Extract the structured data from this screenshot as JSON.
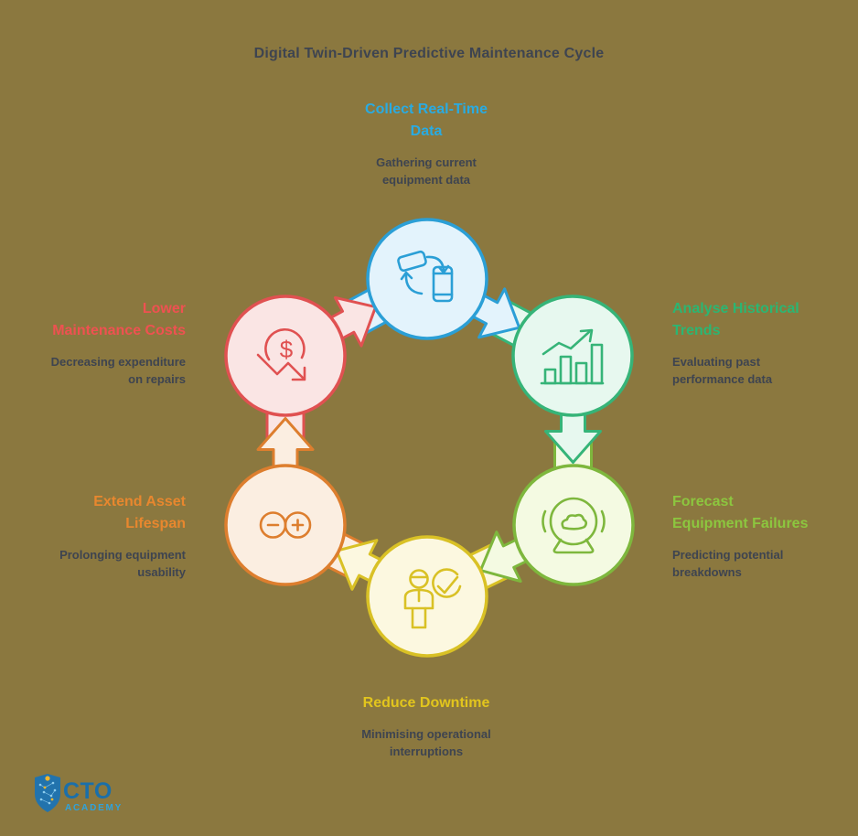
{
  "title": "Digital Twin-Driven Predictive Maintenance Cycle",
  "colors": {
    "background": "#8B783F",
    "text": "#3E4450"
  },
  "stages": [
    {
      "name": "collect-real-time-data",
      "heading_lines": [
        "Collect Real-Time",
        "Data"
      ],
      "desc_lines": [
        "Gathering current",
        "equipment data"
      ],
      "heading_color": "#29ABE2",
      "circle_fill": "#E3F3FC",
      "circle_stroke": "#2B9FD6",
      "icon": "device-sync-icon"
    },
    {
      "name": "analyse-historical-trends",
      "heading_lines": [
        "Analyse Historical",
        "Trends"
      ],
      "desc_lines": [
        "Evaluating past",
        "performance data"
      ],
      "heading_color": "#2BB673",
      "circle_fill": "#E7F8EF",
      "circle_stroke": "#36B478",
      "icon": "trend-bar-chart-icon"
    },
    {
      "name": "forecast-equipment-failures",
      "heading_lines": [
        "Forecast",
        "Equipment Failures"
      ],
      "desc_lines": [
        "Predicting potential",
        "breakdowns"
      ],
      "heading_color": "#8CC63F",
      "circle_fill": "#F4FAE2",
      "circle_stroke": "#7EB73D",
      "icon": "crystal-ball-icon"
    },
    {
      "name": "reduce-downtime",
      "heading_lines": [
        "Reduce Downtime"
      ],
      "desc_lines": [
        "Minimising operational",
        "interruptions"
      ],
      "heading_color": "#E2C51D",
      "circle_fill": "#FCF8E0",
      "circle_stroke": "#D9C125",
      "icon": "person-check-icon"
    },
    {
      "name": "extend-asset-lifespan",
      "heading_lines": [
        "Extend Asset",
        "Lifespan"
      ],
      "desc_lines": [
        "Prolonging equipment",
        "usability"
      ],
      "heading_color": "#E8872E",
      "circle_fill": "#FBEEE1",
      "circle_stroke": "#DD7E2E",
      "icon": "infinity-icon"
    },
    {
      "name": "lower-maintenance-costs",
      "heading_lines": [
        "Lower",
        "Maintenance Costs"
      ],
      "desc_lines": [
        "Decreasing expenditure",
        "on repairs"
      ],
      "heading_color": "#EF5151",
      "circle_fill": "#FAE5E4",
      "circle_stroke": "#E05151",
      "icon": "dollar-decrease-icon",
      "icon_glyph": "$"
    }
  ],
  "logo": {
    "name": "CTO",
    "subname": "ACADEMY",
    "shield_color": "#2273AD",
    "name_color": "#1B6FA9",
    "subname_color": "#2FA3DC",
    "accent_color": "#F2B52B",
    "star_color": "#8ECDEF"
  }
}
